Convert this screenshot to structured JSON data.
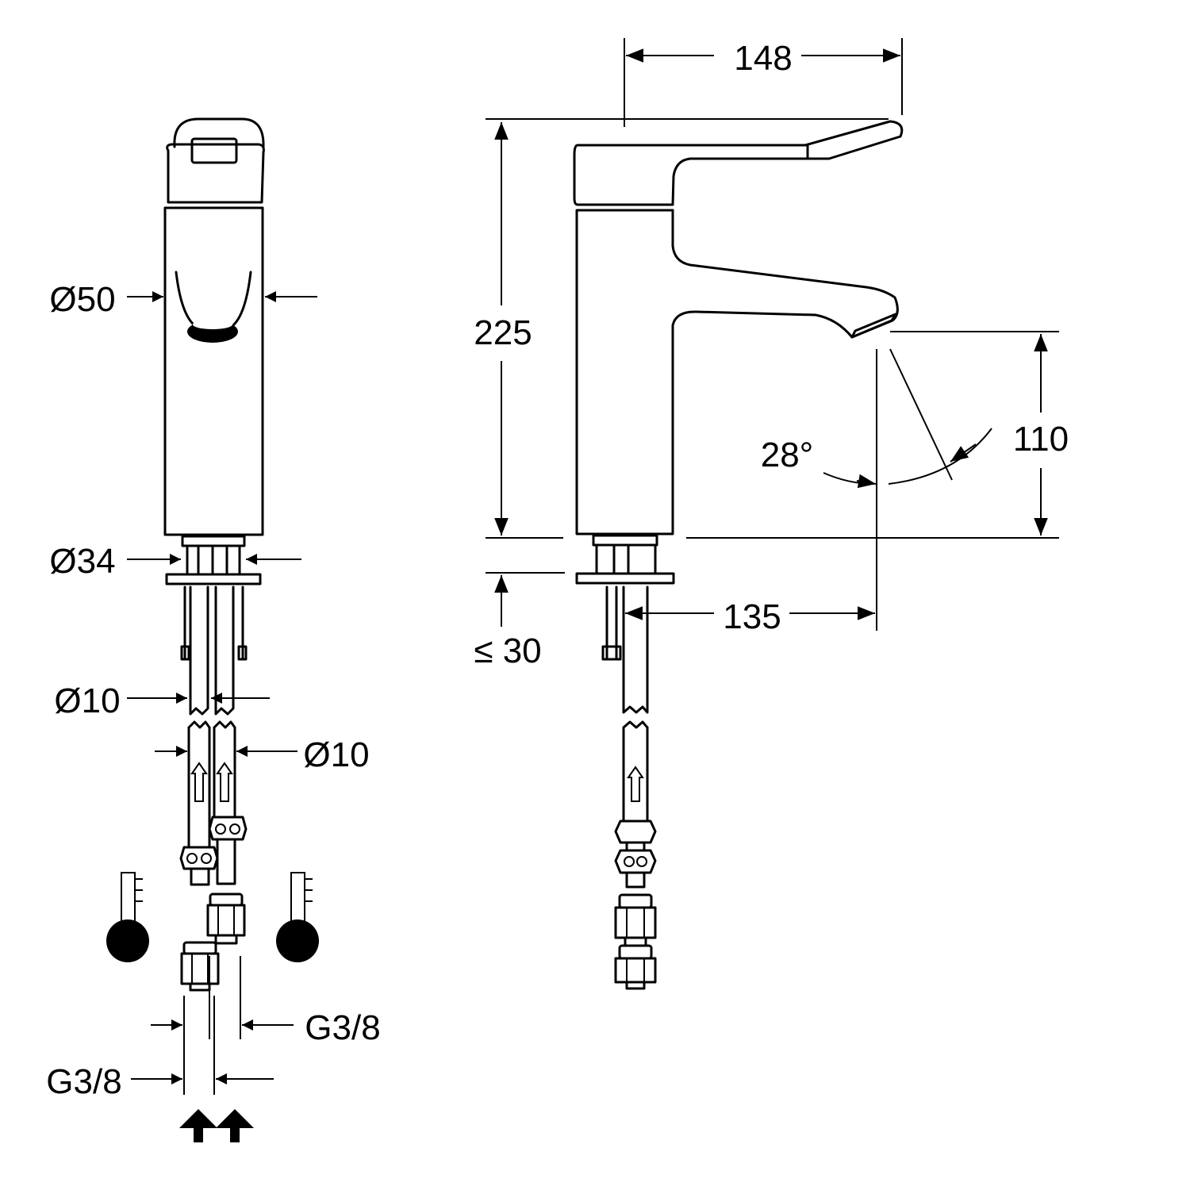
{
  "labels": {
    "width_top": "148",
    "height_total": "225",
    "spout_height": "110",
    "angle": "28°",
    "projection": "135",
    "max_thickness": "≤ 30",
    "body_diameter": "Ø50",
    "base_diameter": "Ø34",
    "hose_left": "Ø10",
    "hose_right": "Ø10",
    "thread_right": "G3/8",
    "thread_left": "G3/8"
  },
  "icons": {
    "hot": "thermometer-hot-icon",
    "cold": "thermometer-cold-icon",
    "inflow": "inflow-arrow-icon"
  },
  "colors": {
    "line": "#000000",
    "background": "#ffffff"
  }
}
